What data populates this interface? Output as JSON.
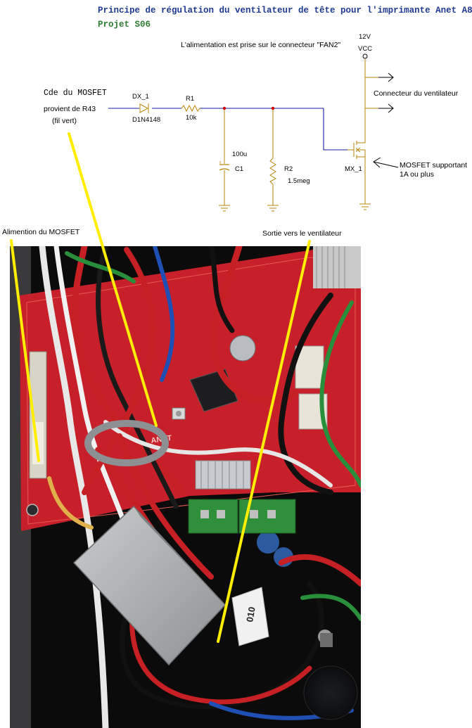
{
  "title": "Principe de régulation du ventilateur de tête pour l'imprimante Anet A8",
  "project": "Projet S06",
  "note_supply": "L'alimentation est prise sur le connecteur \"FAN2\"",
  "vcc_voltage": "12V",
  "vcc_label": "VCC",
  "fan_connector_label": "Connecteur du ventilateur",
  "cmd_label": "Cde du MOSFET",
  "cmd_source": "provient de R43",
  "cmd_wire": "(fil vert)",
  "diode": {
    "ref": "DX_1",
    "part": "D1N4148"
  },
  "r1": {
    "ref": "R1",
    "value": "10k"
  },
  "c1": {
    "ref": "C1",
    "value": "100u"
  },
  "r2": {
    "ref": "R2",
    "value": "1.5meg"
  },
  "mosfet": {
    "ref": "MX_1",
    "note_line1": "MOSFET supportant",
    "note_line2": "1A ou plus"
  },
  "photo_label_left": "Alimention du MOSFET",
  "photo_label_right": "Sortie vers le ventilateur",
  "photo_markings": {
    "pcb_text": "ANET",
    "tag_text": "010"
  },
  "colors": {
    "title": "#1f3a8f",
    "project": "#2e7d32",
    "wire": "#1a1aa6",
    "part": "#b8860b",
    "node": "#d00000",
    "arrow": "#ffee00",
    "board": "#c7202a",
    "heatshrink": "#b1b4b5"
  }
}
